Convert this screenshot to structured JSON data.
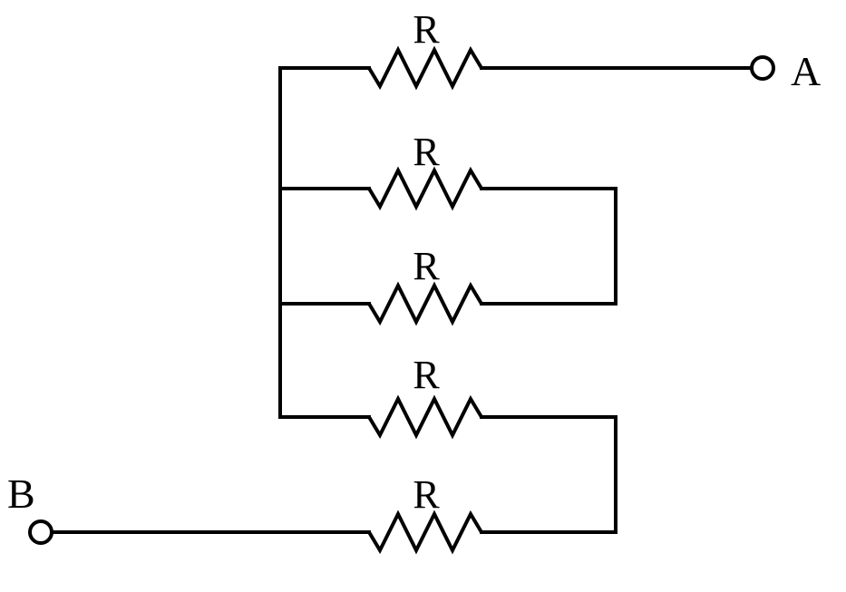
{
  "diagram": {
    "resistors": [
      {
        "label": "R"
      },
      {
        "label": "R"
      },
      {
        "label": "R"
      },
      {
        "label": "R"
      },
      {
        "label": "R"
      }
    ],
    "terminals": {
      "a": {
        "label": "A"
      },
      "b": {
        "label": "B"
      }
    },
    "colors": {
      "line": "#000000",
      "background": "#ffffff"
    }
  }
}
